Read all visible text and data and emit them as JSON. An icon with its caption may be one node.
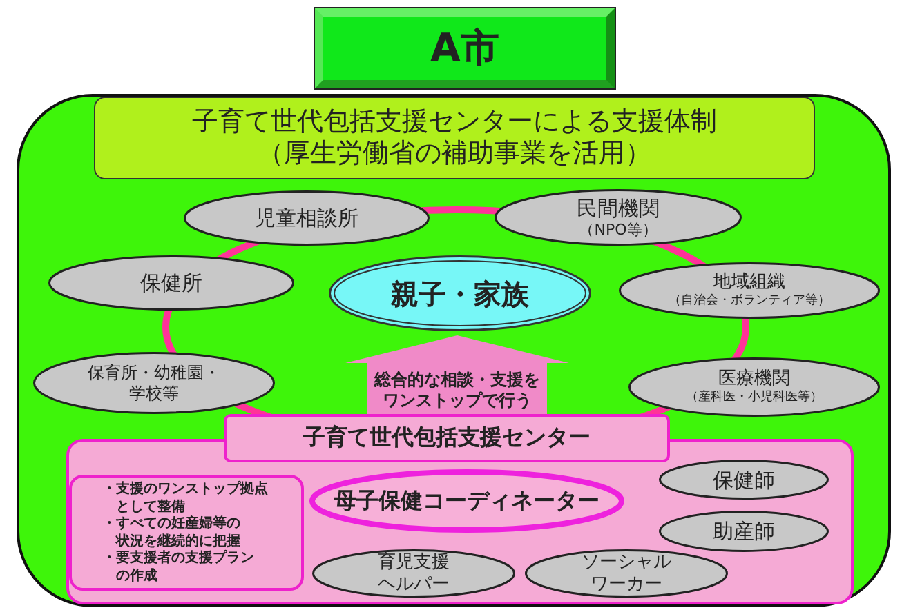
{
  "diagram": {
    "nodes": [
      {
        "text": [
          "A市"
        ]
      },
      {
        "text": [
          "子育て世代包括支援センターによる支援体制（厚生労働省の補助事業を活用）"
        ],
        "in": 0
      },
      {
        "text": [
          "児童相談所"
        ],
        "in": 0
      },
      {
        "text": [
          "民間機関",
          "（NPO等）"
        ],
        "in": 0
      },
      {
        "text": [
          "保健所"
        ],
        "in": 0
      },
      {
        "text": [
          "親子・家族"
        ],
        "in": 0
      },
      {
        "text": [
          "地域組織",
          "（自治会・ボランティア等）"
        ],
        "in": 0
      },
      {
        "text": [
          "保育所・幼稚園・学校等"
        ],
        "in": 0
      },
      {
        "text": [
          "総合的な相談・支援をワンストップで行う"
        ],
        "in": 0
      },
      {
        "text": [
          "医療機関",
          "（産科医・小児科医等）"
        ],
        "in": 0
      },
      {
        "text": [
          "子育て世代包括支援センター"
        ],
        "in": 0
      },
      {
        "text": [
          "・支援のワンストップ拠点として整備",
          "・すべての妊産婦等の状況を継続的に把握",
          "・要支援者の支援プランの作成"
        ],
        "in": 10
      },
      {
        "text": [
          "母子保健コーディネーター"
        ],
        "in": 10
      },
      {
        "text": [
          "保健師"
        ],
        "in": 10
      },
      {
        "text": [
          "助産師"
        ],
        "in": 10
      },
      {
        "text": [
          "育児支援ヘルパー"
        ],
        "in": 10
      },
      {
        "text": [
          "ソーシャルワーカー"
        ],
        "in": 10
      }
    ]
  }
}
